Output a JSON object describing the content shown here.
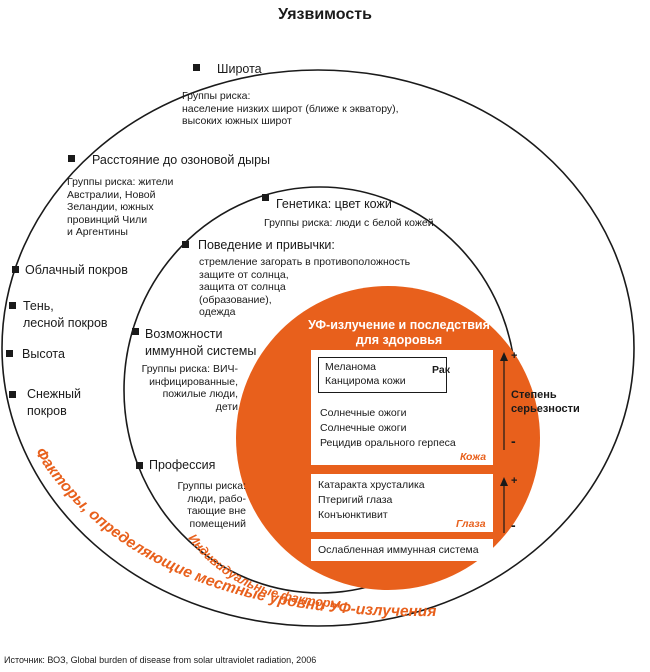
{
  "title": "Уязвимость",
  "colors": {
    "accent": "#e8601c",
    "ink": "#1a1a1a"
  },
  "outer_factors": {
    "latitude": {
      "label": "Широта",
      "risk": [
        "Группы риска:",
        "население низких широт (ближе к экватору),",
        "высоких южных широт"
      ]
    },
    "ozone": {
      "label": "Расстояние до озоновой дыры",
      "risk": [
        "Группы риска: жители",
        "Австралии, Новой",
        "Зеландии, южных",
        "провинций Чили",
        "и Аргентины"
      ]
    },
    "cloud": {
      "label": "Облачный покров"
    },
    "shade": {
      "label": [
        "Тень,",
        "лесной покров"
      ]
    },
    "altitude": {
      "label": "Высота"
    },
    "snow": {
      "label": [
        "Снежный",
        "покров"
      ]
    }
  },
  "inner_factors": {
    "genetics": {
      "label": "Генетика: цвет кожи",
      "risk": [
        "Группы риска: люди с белой кожей"
      ]
    },
    "behavior": {
      "label": "Поведение и привычки:",
      "risk": [
        "стремление загорать в противоположность",
        "защите  от солнца,",
        "защита от солнца",
        "(образование),",
        "одежда"
      ]
    },
    "immune": {
      "label": [
        "Возможности",
        "иммунной системы"
      ],
      "risk": [
        "Группы риска: ВИЧ-",
        "инфицированные,",
        "пожилые люди,",
        "дети"
      ]
    },
    "profession": {
      "label": "Профессия",
      "risk": [
        "Группы риска:",
        "люди, рабо-",
        "тающие вне",
        "помещений"
      ]
    }
  },
  "core": {
    "title": [
      "УФ-излучение и последствия",
      "для здоровья"
    ],
    "skin_box": {
      "cancer_items": [
        "Меланома",
        "Канцирома кожи"
      ],
      "cancer_label": "Рак",
      "items": [
        "Солнечные ожоги",
        "Солнечные ожоги",
        "Рецидив орального герпеса"
      ],
      "category": "Кожа"
    },
    "eye_box": {
      "items": [
        "Катаракта хрусталика",
        "Птеригий глаза",
        "Конъюнктивит"
      ],
      "category": "Глаза"
    },
    "immune_box": {
      "text": "Ослабленная иммунная система"
    },
    "severity": {
      "plus": "+",
      "minus": "-",
      "label": [
        "Степень",
        "серьезности"
      ]
    }
  },
  "arc_labels": {
    "individual": "Индивидуальные   факторы",
    "local": "Факторы, определяющие местные уровни УФ-излучения"
  },
  "source": "Источник: ВОЗ, Global burden of disease from solar ultraviolet radiation, 2006"
}
